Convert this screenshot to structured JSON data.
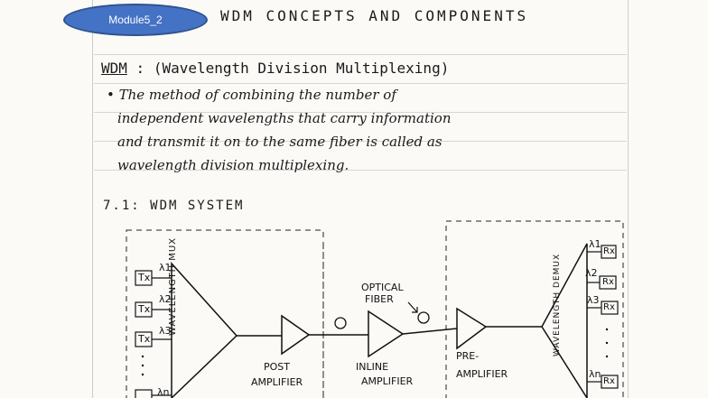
{
  "badge": {
    "label": "Module5_2"
  },
  "header": {
    "title": "WDM CONCEPTS AND COMPONENTS"
  },
  "definition": {
    "term": "WDM",
    "expansion": ": (Wavelength Division Multiplexing)",
    "lines": [
      "• The method of combining the number of",
      "independent wavelengths that carry information",
      "and transmit it on to the same fiber is called as",
      "wavelength division multiplexing."
    ]
  },
  "section": {
    "heading": "7.1: WDM SYSTEM"
  },
  "diagram": {
    "tx_label": "Tx",
    "rx_label": "Rx",
    "lambdas_in": [
      "λ1",
      "λ2",
      "λ3",
      "λn"
    ],
    "lambdas_out": [
      "λ1",
      "λ2",
      "λ3",
      "λn"
    ],
    "mux_label": "WAVELENGTH MUX",
    "demux_label": "WAVELENGTH DEMUX",
    "optical_fiber_label": [
      "OPTICAL",
      "FIBER"
    ],
    "post_amp_label": [
      "POST",
      "AMPLIFIER"
    ],
    "inline_amp_label": [
      "INLINE",
      "AMPLIFIER"
    ],
    "pre_amp_label": [
      "PRE-",
      "AMPLIFIER"
    ]
  }
}
